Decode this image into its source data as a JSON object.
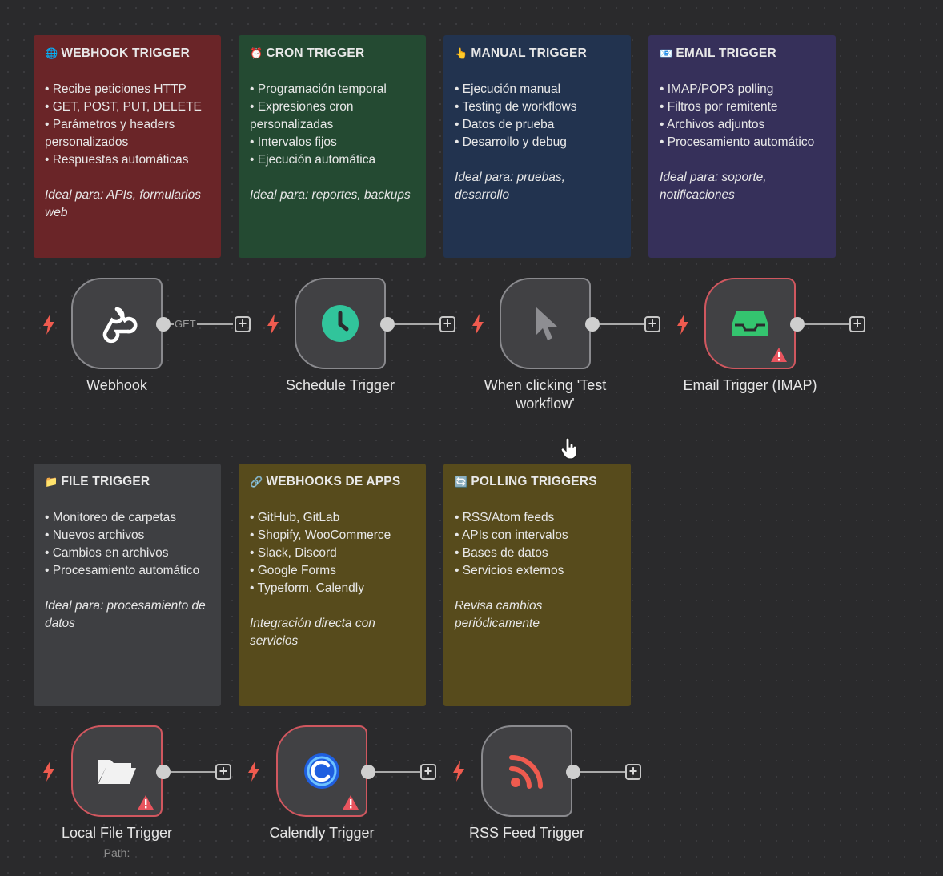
{
  "notes": [
    {
      "title": "WEBHOOK TRIGGER",
      "color": "#6a2528",
      "items": [
        "Recibe peticiones HTTP",
        "GET, POST, PUT, DELETE",
        "Parámetros y headers personalizados",
        "Respuestas automáticas"
      ],
      "ideal": "Ideal para: APIs, formularios web"
    },
    {
      "title": "CRON TRIGGER",
      "color": "#244a32",
      "items": [
        "Programación temporal",
        "Expresiones cron personalizadas",
        "Intervalos fijos",
        "Ejecución automática"
      ],
      "ideal": "Ideal para: reportes, backups"
    },
    {
      "title": "MANUAL TRIGGER",
      "color": "#22334f",
      "items": [
        "Ejecución manual",
        "Testing de workflows",
        "Datos de prueba",
        "Desarrollo y debug"
      ],
      "ideal": "Ideal para: pruebas, desarrollo"
    },
    {
      "title": "EMAIL TRIGGER",
      "color": "#36305a",
      "items": [
        "IMAP/POP3 polling",
        "Filtros por remitente",
        "Archivos adjuntos",
        "Procesamiento automático"
      ],
      "ideal": "Ideal para: soporte, notificaciones"
    },
    {
      "title": "FILE TRIGGER",
      "color": "#3e3f42",
      "items": [
        "Monitoreo de carpetas",
        "Nuevos archivos",
        "Cambios en archivos",
        "Procesamiento automático"
      ],
      "ideal": "Ideal para: procesamiento de datos"
    },
    {
      "title": "WEBHOOKS DE APPS",
      "color": "#574b1c",
      "items": [
        "GitHub, GitLab",
        "Shopify, WooCommerce",
        "Slack, Discord",
        "Google Forms",
        "Typeform, Calendly"
      ],
      "ideal": "Integración directa con servicios"
    },
    {
      "title": "POLLING TRIGGERS",
      "color": "#574b1c",
      "items": [
        "RSS/Atom feeds",
        "APIs con intervalos",
        "Bases de datos",
        "Servicios externos"
      ],
      "ideal": "Revisa cambios periódicamente"
    }
  ],
  "nodes": [
    {
      "label": "Webhook",
      "icon": "webhook-icon",
      "warning": false,
      "connection_label": "GET"
    },
    {
      "label": "Schedule Trigger",
      "icon": "clock-icon",
      "warning": false
    },
    {
      "label": "When clicking 'Test workflow'",
      "icon": "cursor-pointer-icon",
      "warning": false
    },
    {
      "label": "Email Trigger (IMAP)",
      "icon": "inbox-icon",
      "warning": true
    },
    {
      "label": "Local File Trigger",
      "icon": "folder-open-icon",
      "warning": true,
      "sub": "Path:"
    },
    {
      "label": "Calendly Trigger",
      "icon": "calendly-icon",
      "warning": true
    },
    {
      "label": "RSS Feed Trigger",
      "icon": "rss-icon",
      "warning": false
    }
  ],
  "colors": {
    "trigger_bolt": "#ef5b4f",
    "warning": "#e8545e",
    "node_border": "#8a8a8e",
    "error_border": "#d0575f"
  }
}
